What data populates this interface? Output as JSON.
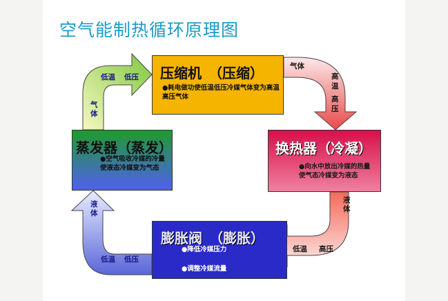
{
  "title": "空气能制热循环原理图",
  "compressor": {
    "title": "压缩机　（压缩）",
    "desc": "●耗电做功使低温低压冷媒气体变为高温高压气体"
  },
  "condenser": {
    "title": "换热器（冷凝）",
    "desc": "●向水中放出冷媒的热量使气态冷媒变为液态"
  },
  "valve": {
    "title": "膨胀阀　（膨胀）",
    "item1": "●降低冷媒压力",
    "item2": "●调整冷媒流量"
  },
  "evaporator": {
    "title": "蒸发器（蒸发）",
    "desc": "●空气吸收冷媒的冷量使液态冷媒变为气态"
  },
  "labels": {
    "tl_low_temp": "低温",
    "tl_low_press": "低压",
    "tl_gas": "气体",
    "tr_gas": "气体",
    "tr_high_temp": "高温",
    "tr_high_press": "高压",
    "br_liquid": "液体",
    "br_low_temp": "低温",
    "br_high_press": "高压",
    "bl_liquid": "液体",
    "bl_low_temp": "低温",
    "bl_low_press": "低压"
  },
  "colors": {
    "compressor": "#f5b400",
    "condenser": "#d6104a",
    "valve": "#2a2ac9",
    "evaporator_top": "#1f9a2e",
    "evaporator_bottom": "#5060f0",
    "title": "#1a9cc8"
  }
}
